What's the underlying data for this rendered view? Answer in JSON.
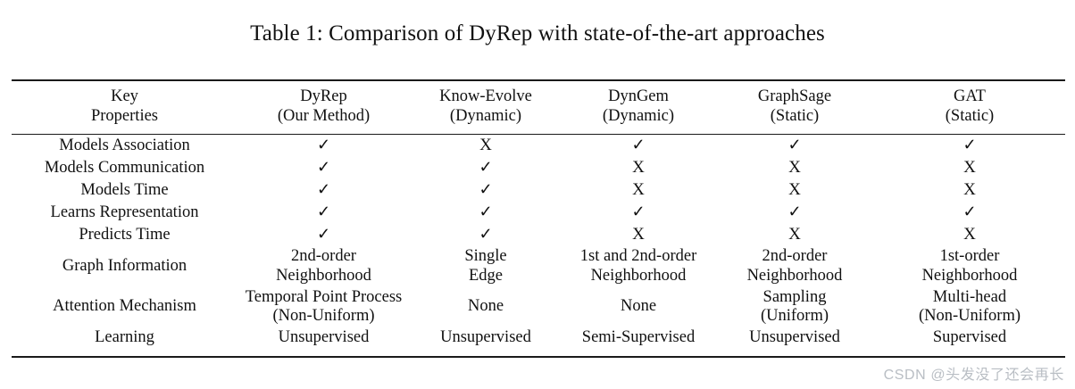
{
  "caption": "Table 1: Comparison of DyRep with state-of-the-art approaches",
  "table": {
    "columns": [
      {
        "line1": "Key",
        "line2": "Properties"
      },
      {
        "line1": "DyRep",
        "line2": "(Our Method)"
      },
      {
        "line1": "Know-Evolve",
        "line2": "(Dynamic)"
      },
      {
        "line1": "DynGem",
        "line2": "(Dynamic)"
      },
      {
        "line1": "GraphSage",
        "line2": "(Static)"
      },
      {
        "line1": "GAT",
        "line2": "(Static)"
      }
    ],
    "check_glyph": "✓",
    "cross_glyph": "X",
    "rows": [
      {
        "label": "Models Association",
        "type": "mark",
        "values": [
          "✓",
          "X",
          "✓",
          "✓",
          "✓"
        ]
      },
      {
        "label": "Models Communication",
        "type": "mark",
        "values": [
          "✓",
          "✓",
          "X",
          "X",
          "X"
        ]
      },
      {
        "label": "Models Time",
        "type": "mark",
        "values": [
          "✓",
          "✓",
          "X",
          "X",
          "X"
        ]
      },
      {
        "label": "Learns Representation",
        "type": "mark",
        "values": [
          "✓",
          "✓",
          "✓",
          "✓",
          "✓"
        ]
      },
      {
        "label": "Predicts Time",
        "type": "mark",
        "values": [
          "✓",
          "✓",
          "X",
          "X",
          "X"
        ]
      },
      {
        "label": "Graph Information",
        "type": "text",
        "values": [
          {
            "line1": "2nd-order",
            "line2": "Neighborhood"
          },
          {
            "line1": "Single",
            "line2": "Edge"
          },
          {
            "line1": "1st and 2nd-order",
            "line2": "Neighborhood"
          },
          {
            "line1": "2nd-order",
            "line2": "Neighborhood"
          },
          {
            "line1": "1st-order",
            "line2": "Neighborhood"
          }
        ]
      },
      {
        "label": "Attention Mechanism",
        "type": "text",
        "values": [
          {
            "line1": "Temporal Point Process",
            "line2": "(Non-Uniform)"
          },
          {
            "line1": "None",
            "line2": ""
          },
          {
            "line1": "None",
            "line2": ""
          },
          {
            "line1": "Sampling",
            "line2": "(Uniform)"
          },
          {
            "line1": "Multi-head",
            "line2": "(Non-Uniform)"
          }
        ]
      },
      {
        "label": "Learning",
        "type": "text",
        "values": [
          {
            "line1": "Unsupervised",
            "line2": ""
          },
          {
            "line1": "Unsupervised",
            "line2": ""
          },
          {
            "line1": "Semi-Supervised",
            "line2": ""
          },
          {
            "line1": "Unsupervised",
            "line2": ""
          },
          {
            "line1": "Supervised",
            "line2": ""
          }
        ]
      }
    ]
  },
  "watermark": "CSDN @头发没了还会再长"
}
